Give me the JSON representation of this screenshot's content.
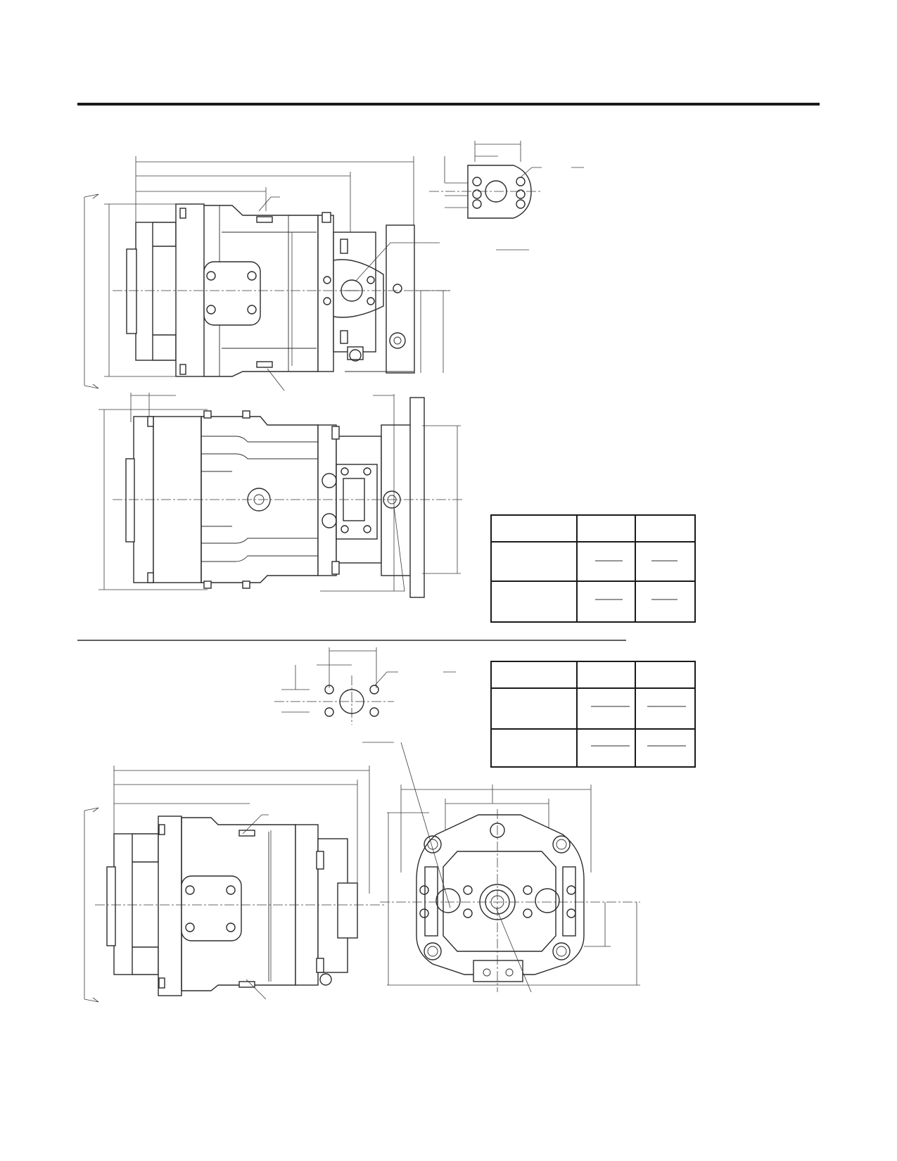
{
  "colors": {
    "ink": "#2b2b2b",
    "rule": "#1a1a1a",
    "paper": "#ffffff"
  },
  "tables": [
    {
      "name": "upper-dimension-table",
      "rows": 3,
      "cols": 3
    },
    {
      "name": "lower-dimension-table",
      "rows": 3,
      "cols": 3
    }
  ]
}
